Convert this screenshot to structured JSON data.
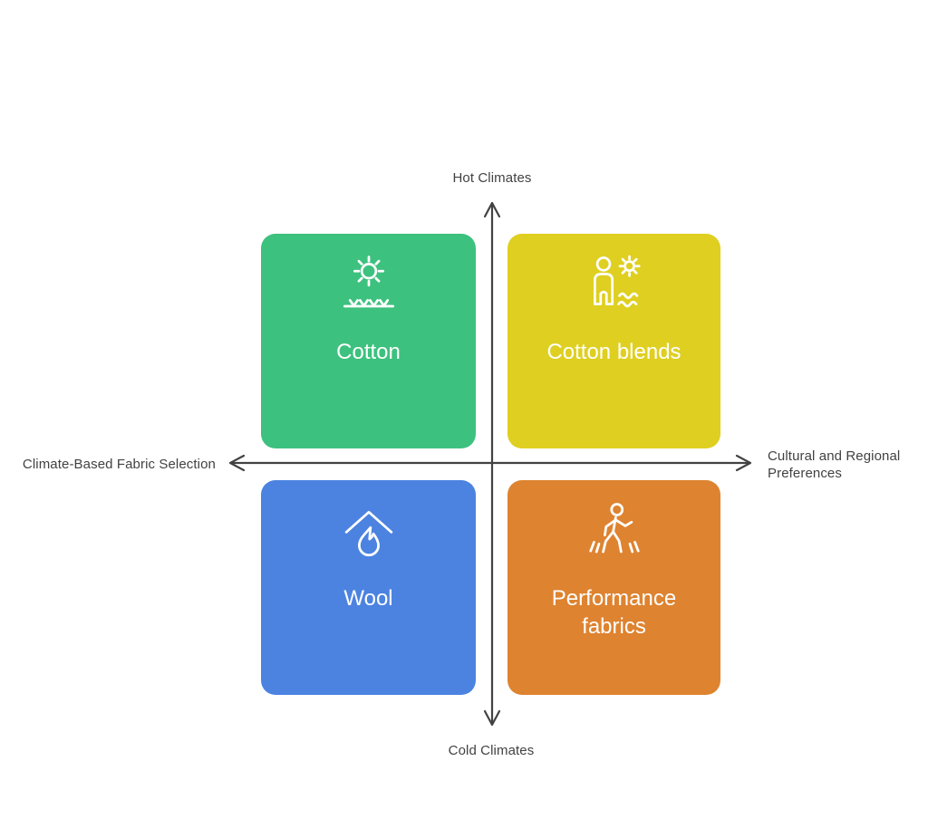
{
  "diagram": {
    "background": "#FFFFFF",
    "axes": {
      "top_label": "Hot Climates",
      "bottom_label": "Cold Climates",
      "left_label": "Climate-Based Fabric Selection",
      "right_label_line1": "Cultural and Regional",
      "right_label_line2": "Preferences",
      "axis_color": "#424242",
      "label_color": "#424242"
    },
    "quadrants": [
      {
        "position": "top-left",
        "label": "Cotton",
        "color": "#3DC17E",
        "icon": "sun-over-field-icon"
      },
      {
        "position": "top-right",
        "label": "Cotton blends",
        "color": "#DFCF20",
        "icon": "person-sun-waves-icon"
      },
      {
        "position": "bottom-left",
        "label": "Wool",
        "color": "#4C83E1",
        "icon": "house-flame-icon"
      },
      {
        "position": "bottom-right",
        "label": "Performance fabrics",
        "color": "#DE8330",
        "icon": "walking-person-icon"
      }
    ],
    "quadrant_label_color": "#FFFFFF"
  }
}
